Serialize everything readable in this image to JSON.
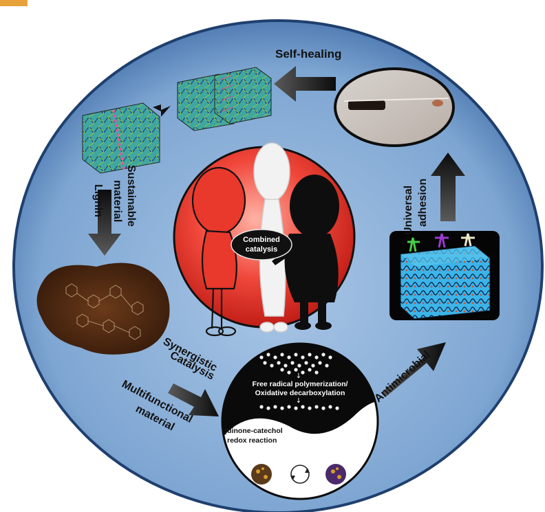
{
  "labels": {
    "self_healing": "Self-healing",
    "sustainable_line1": "Sustainable",
    "sustainable_line2": "material",
    "lignin": "Lignin",
    "universal_line1": "Universal",
    "universal_line2": "adhesion",
    "antimicrobial": "Antimicrobial",
    "synergistic_line1": "Synergistic",
    "synergistic_line2": "Catalysis",
    "multifunctional_line1": "Multifunctional",
    "multifunctional_line2": "material",
    "combined_catalysis": "Combined\ncatalysis",
    "free_radical_line1": "Free radical polymerization/",
    "free_radical_line2": "Oxidative decarboxylation",
    "quinone_line1": "Quinone-catechol",
    "quinone_line2": "redox reaction"
  },
  "colors": {
    "circle_fill": "#8fb3d9",
    "circle_edge": "#1f3f6e",
    "red_core": "#e23b2f",
    "arrow_dark": "#161616",
    "accent_tab": "#e8a23a"
  }
}
